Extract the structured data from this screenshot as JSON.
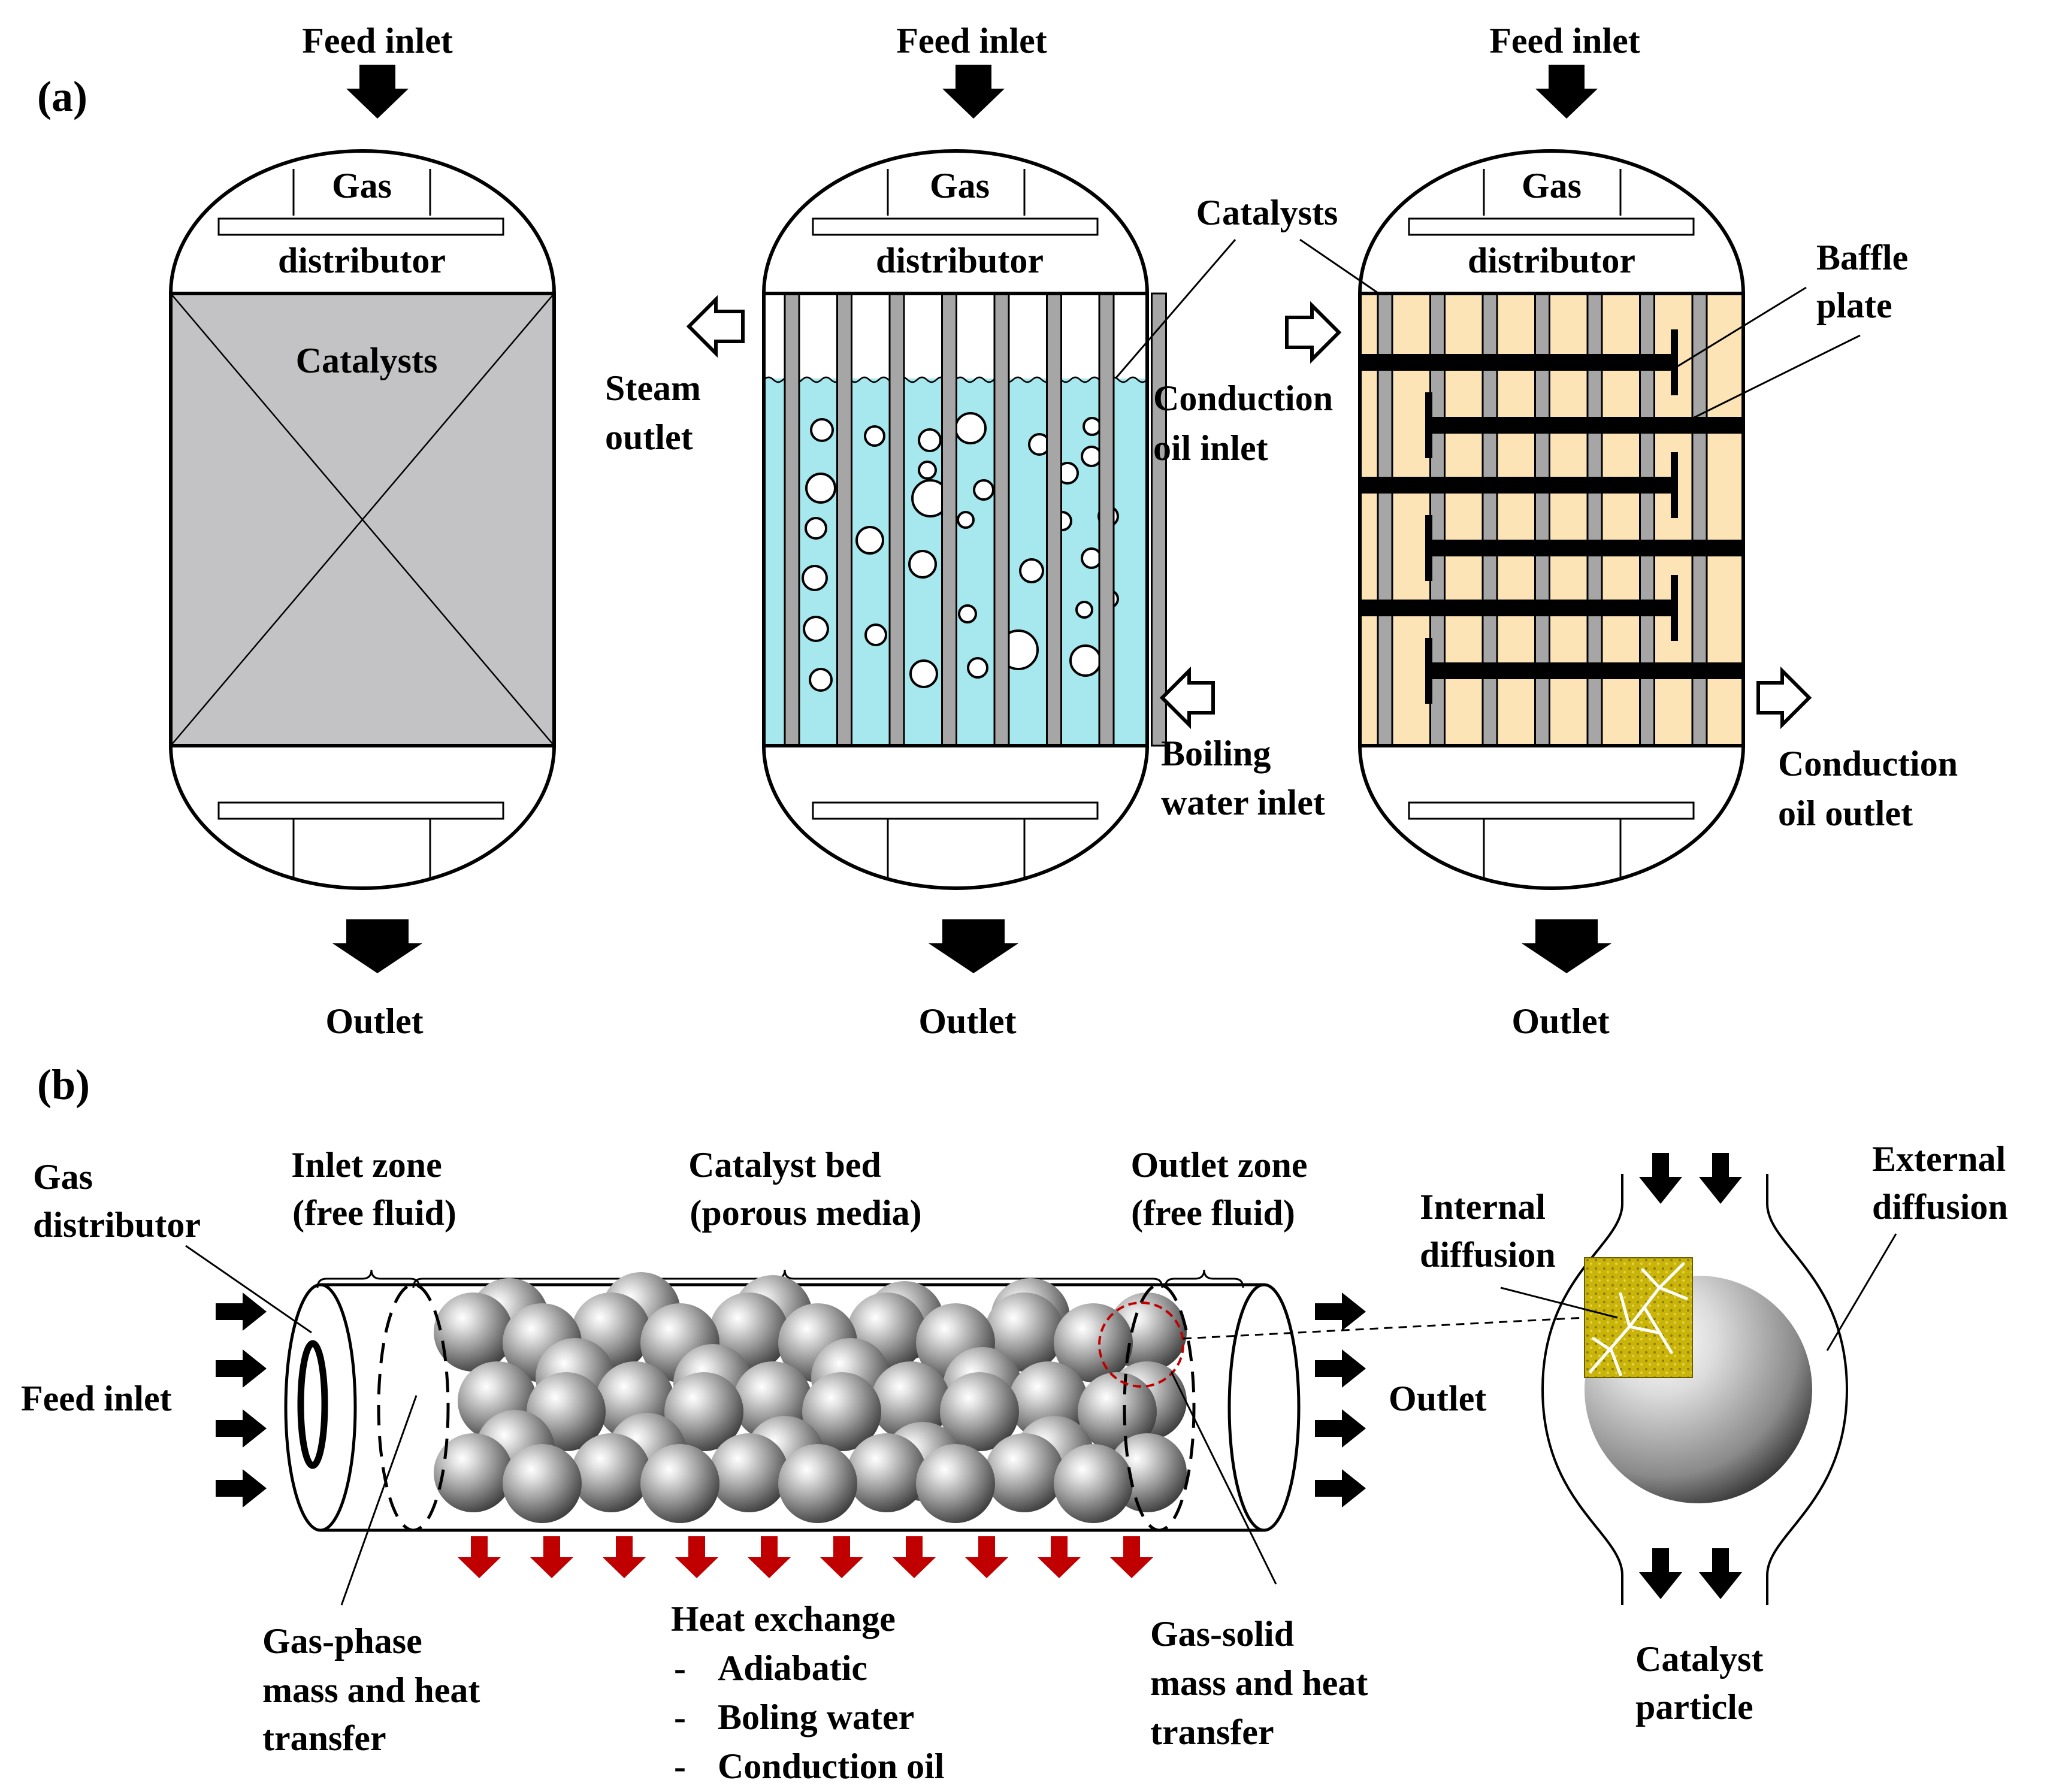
{
  "panel_a": {
    "label": "(a)",
    "feed_inlet": "Feed inlet",
    "outlet": "Outlet",
    "gas": "Gas",
    "distributor": "distributor",
    "catalysts": "Catalysts",
    "steam_outlet_1": "Steam",
    "steam_outlet_2": "outlet",
    "boiling_water_1": "Boiling",
    "boiling_water_2": "water inlet",
    "catalysts_callout": "Catalysts",
    "cond_oil_inlet_1": "Conduction",
    "cond_oil_inlet_2": "oil inlet",
    "baffle_1": "Baffle",
    "baffle_2": "plate",
    "cond_oil_outlet_1": "Conduction",
    "cond_oil_outlet_2": "oil outlet"
  },
  "panel_b": {
    "label": "(b)",
    "gas_distributor_1": "Gas",
    "gas_distributor_2": "distributor",
    "feed_inlet": "Feed inlet",
    "inlet_zone_1": "Inlet zone",
    "inlet_zone_2": "(free fluid)",
    "catalyst_bed_1": "Catalyst bed",
    "catalyst_bed_2": "(porous media)",
    "outlet_zone_1": "Outlet zone",
    "outlet_zone_2": "(free fluid)",
    "outlet": "Outlet",
    "gas_phase_1": "Gas-phase",
    "gas_phase_2": "mass and heat",
    "gas_phase_3": "transfer",
    "heat_exchange_title": "Heat exchange",
    "heat_exchange_items": [
      "Adiabatic",
      "Boling water",
      "Conduction oil"
    ],
    "dash": "-",
    "gas_solid_1": "Gas-solid",
    "gas_solid_2": "mass and heat",
    "gas_solid_3": "transfer",
    "internal_diff_1": "Internal",
    "internal_diff_2": "diffusion",
    "external_diff_1": "External",
    "external_diff_2": "diffusion",
    "catalyst_particle_1": "Catalyst",
    "catalyst_particle_2": "particle"
  },
  "colors": {
    "catalyst_fill": "#c3c3c5",
    "water": "#a6e8ee",
    "oil": "#fde4b6",
    "tube": "#a6a6a6",
    "heat_arrow": "#c00000",
    "pore_yellow": "#c8b400"
  }
}
